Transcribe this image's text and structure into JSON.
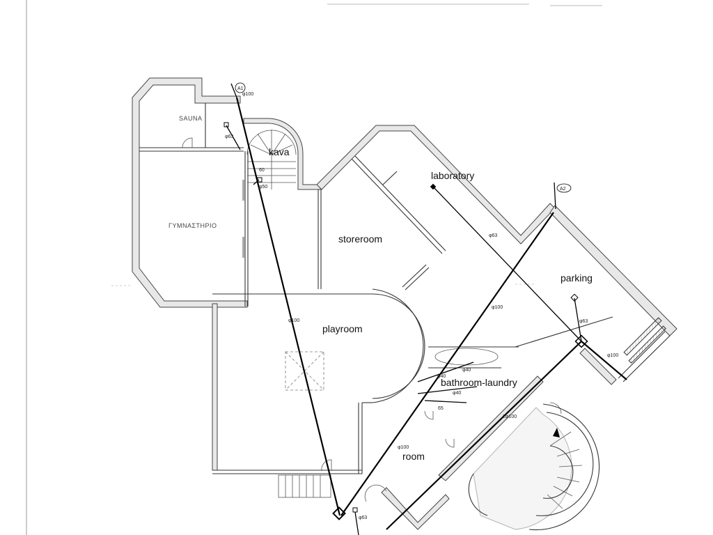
{
  "drawing": {
    "type": "plumbing floor plan (basement)",
    "rooms": [
      {
        "id": "sauna",
        "label": "SAUNA"
      },
      {
        "id": "kava",
        "label": "kava"
      },
      {
        "id": "gym",
        "label": "ΓΥΜΝΑΣΤΗΡΙΟ"
      },
      {
        "id": "laboratory",
        "label": "laboratory"
      },
      {
        "id": "storeroom",
        "label": "storeroom"
      },
      {
        "id": "parking",
        "label": "parking"
      },
      {
        "id": "playroom",
        "label": "playroom"
      },
      {
        "id": "bathroom-laundry",
        "label": "bathroom-laundry"
      },
      {
        "id": "room",
        "label": "room"
      }
    ],
    "markers": [
      {
        "id": "a1",
        "label": "A1"
      },
      {
        "id": "a2",
        "label": "A2"
      }
    ],
    "pipe_annotations": {
      "a1_top": "φ100",
      "sauna_branch": "φ63",
      "kava_1": "60",
      "kava_2": "φ50",
      "laboratory": "φ63",
      "main_1": "φ100",
      "main_2": "φ100",
      "parking_drain": "φ63",
      "parking_out": "φ100",
      "bath_1": "φ40",
      "bath_2": "φ40",
      "bath_3": "φ40",
      "bath_4": "65",
      "laundry_main": "2φ100",
      "room_pipe": "φ100",
      "bottom": "φ63"
    }
  }
}
